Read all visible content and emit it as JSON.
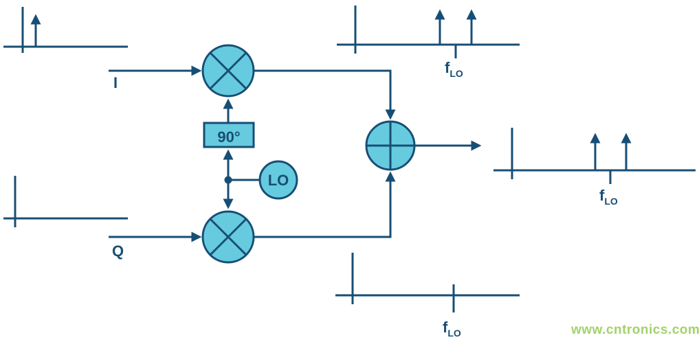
{
  "colors": {
    "line": "#174e75",
    "fill": "#66cbdf",
    "watermark": "#95ca52",
    "background": "#ffffff"
  },
  "labels": {
    "i_input": "I",
    "q_input": "Q",
    "phase_shifter": "90°",
    "local_oscillator": "LO",
    "freq_f": "f",
    "freq_sub": "LO",
    "watermark": "www.cntronics.com"
  }
}
